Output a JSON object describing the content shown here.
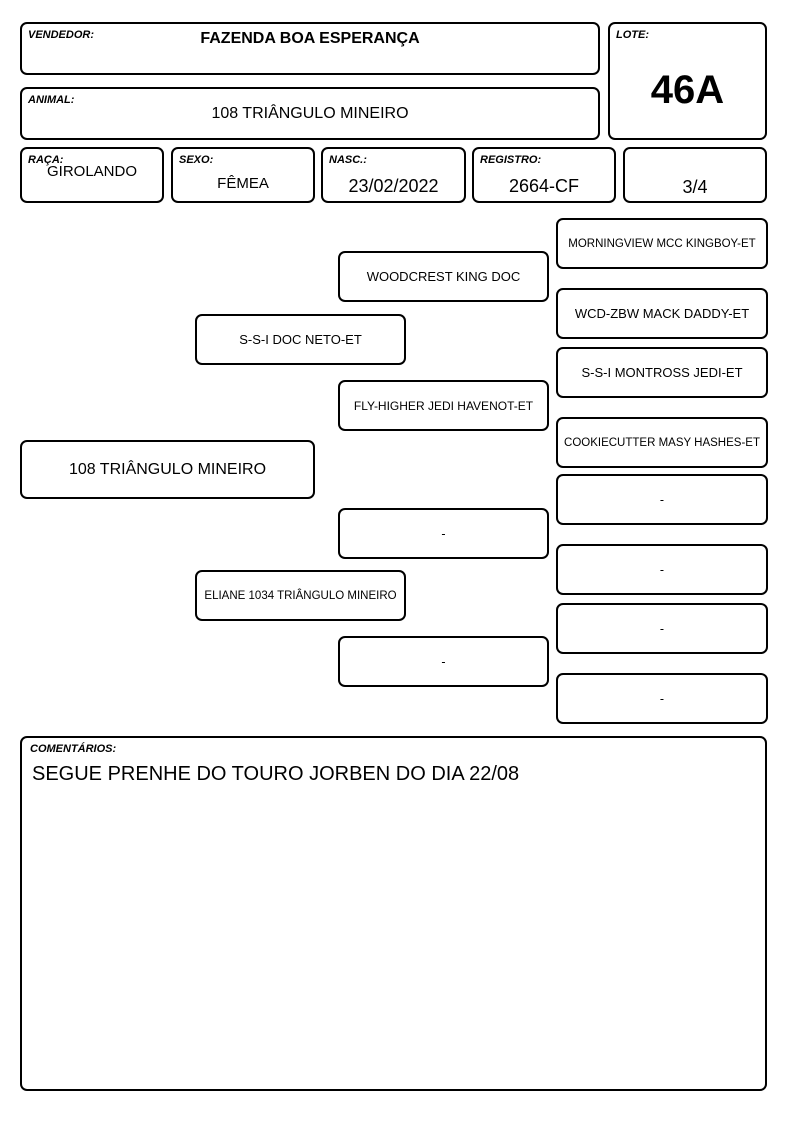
{
  "header": {
    "vendedor_label": "VENDEDOR:",
    "vendedor_value": "FAZENDA BOA ESPERANÇA",
    "lote_label": "LOTE:",
    "lote_value": "46A",
    "animal_label": "ANIMAL:",
    "animal_value": "108 TRIÂNGULO MINEIRO"
  },
  "info": {
    "raca_label": "RAÇA:",
    "raca_value": "GIROLANDO",
    "sexo_label": "SEXO:",
    "sexo_value": "FÊMEA",
    "nasc_label": "NASC.:",
    "nasc_value": "23/02/2022",
    "registro_label": "REGISTRO:",
    "registro_value": "2664-CF",
    "grau_value": "3/4"
  },
  "pedigree": {
    "animal": "108 TRIÂNGULO MINEIRO",
    "sire": "S-S-I DOC NETO-ET",
    "dam": "ELIANE 1034 TRIÂNGULO MINEIRO",
    "sire_sire": "WOODCREST KING DOC",
    "sire_dam": "FLY-HIGHER JEDI HAVENOT-ET",
    "dam_sire": "-",
    "dam_dam": "-",
    "gg1": "MORNINGVIEW MCC KINGBOY-ET",
    "gg2": "WCD-ZBW MACK DADDY-ET",
    "gg3": "S-S-I MONTROSS JEDI-ET",
    "gg4": "COOKIECUTTER MASY HASHES-ET",
    "gg5": "-",
    "gg6": "-",
    "gg7": "-",
    "gg8": "-"
  },
  "comments": {
    "label": "COMENTÁRIOS:",
    "text": "SEGUE PRENHE DO TOURO JORBEN DO DIA 22/08"
  }
}
